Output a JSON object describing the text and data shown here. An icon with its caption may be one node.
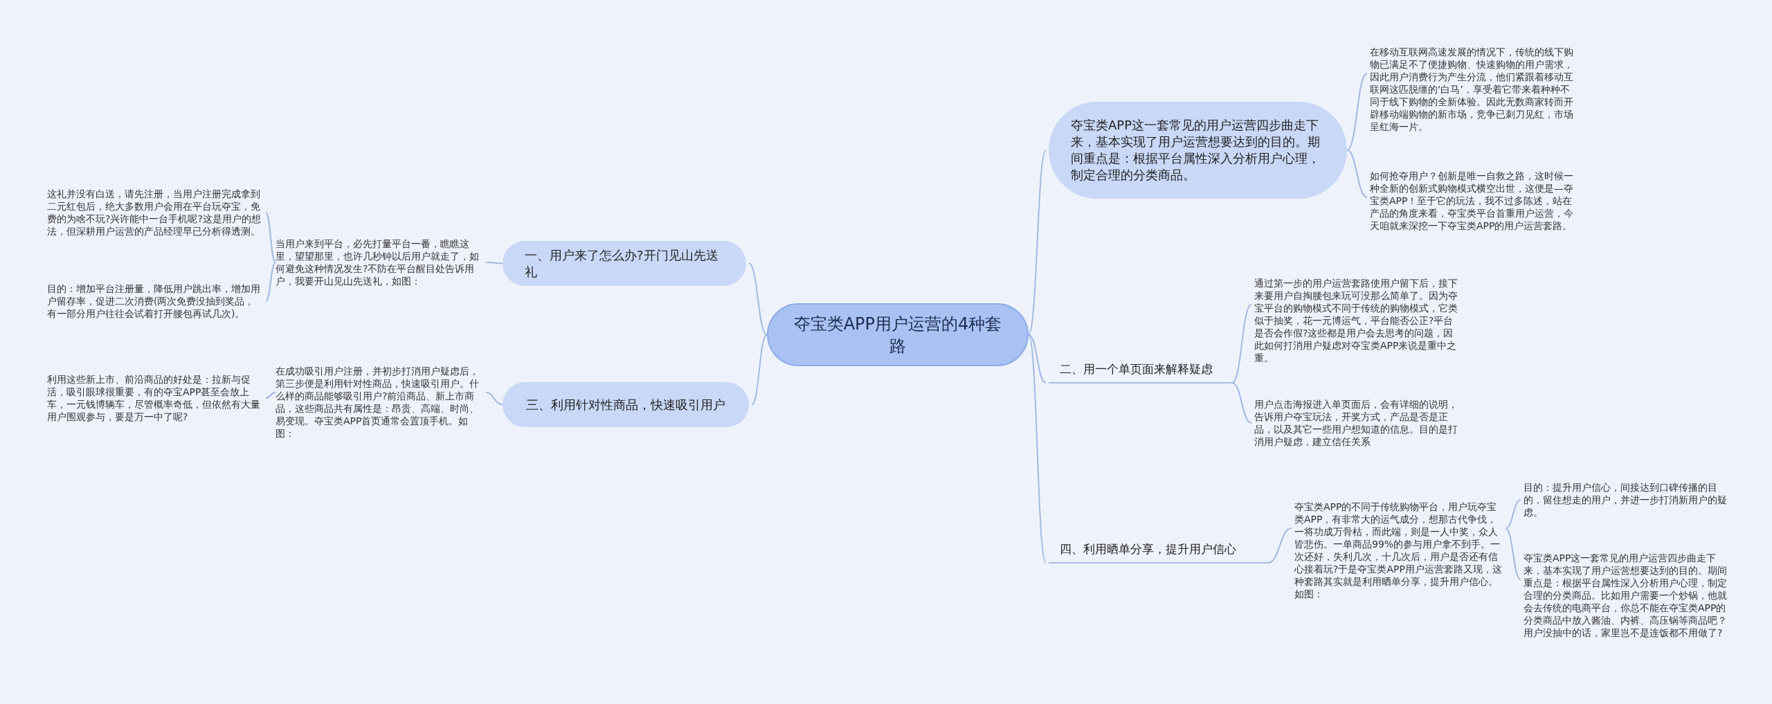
{
  "diagram": {
    "nodes": [
      {
        "text": [
          "夺宝类APP用户运营的4种套路"
        ]
      },
      {
        "text": [
          "夺宝类APP这一套常见的用户运营四步曲走下来，基本实现了用户运营想要达到的目的。期间重点是：根据平台属性深入分析用户心理，制定合理的分类商品。"
        ]
      },
      {
        "text": [
          "在移动互联网高速发展的情况下，传统的线下购物已满足不了便捷购物、快速购物的用户需求，因此用户消费行为产生分流，他们紧跟着移动互联网这匹脱缰的‘白马’，享受着它带来着种种不同于线下购物的全新体验。因此无数商家转而开辟移动端购物的新市场，竞争已刺刀见红，市场呈红海一片。"
        ]
      },
      {
        "text": [
          "如何抢夺用户？创新是唯一自救之路，这时候一种全新的创新式购物模式横空出世，这便是—夺宝类APP！至于它的玩法，我不过多陈述，站在产品的角度来看，夺宝类平台首重用户运营，今天咱就来深挖一下夺宝类APP的用户运营套路。"
        ]
      },
      {
        "text": [
          "一、用户来了怎么办?开门见山先送礼"
        ]
      },
      {
        "text": [
          "当用户来到平台，必先打量平台一番，瞧瞧这里，望望那里，也许几秒钟以后用户就走了，如何避免这种情况发生?不防在平台醒目处告诉用户，我要开山见山先送礼，如图："
        ]
      },
      {
        "text": [
          "这礼并没有白送，请先注册，当用户注册完成拿到二元红包后，绝大多数用户会用在平台玩夺宝，免费的为啥不玩?兴许能中一台手机呢?这是用户的想法，但深耕用户运营的产品经理早已分析得透测。"
        ]
      },
      {
        "text": [
          "目的：增加平台注册量，降低用户跳出率，增加用户留存率，促进二次消费(两次免费没抽到奖品，有一部分用户往往会试着打开腰包再试几次)。"
        ]
      },
      {
        "text": [
          "二、用一个单页面来解释疑虑"
        ]
      },
      {
        "text": [
          "通过第一步的用户运营套路使用户留下后，接下来要用户自掏腰包来玩可没那么简单了。因为夺宝平台的购物模式不同于传统的购物模式，它类似于抽奖，花一元博运气，平台能否公正?平台是否会作假?这些都是用户会去思考的问题，因此如何打消用户疑虑对夺宝类APP来说是重中之重。"
        ]
      },
      {
        "text": [
          "用户点击海报进入单页面后，会有详细的说明，告诉用户夺宝玩法，开奖方式，产品是否是正品，以及其它一些用户想知道的信息。目的是打消用户疑虑，建立信任关系"
        ]
      },
      {
        "text": [
          "三、利用针对性商品，快速吸引用户"
        ]
      },
      {
        "text": [
          "在成功吸引用户注册，并初步打消用户疑虑后，第三步便是利用针对性商品，快速吸引用户。什么样的商品能够吸引用户?前沿商品、新上市商品，这些商品共有属性是：昂贵、高端、时尚、易变现。夺宝类APP首页通常会置顶手机。如图："
        ]
      },
      {
        "text": [
          "利用这些新上市、前沿商品的好处是：拉新与促活，吸引眼球很重要，有的夺宝APP甚至会放上车，一元钱博辆车，尽管概率奇低，但依然有大量用户围观参与，要是万一中了呢?"
        ]
      },
      {
        "text": [
          "四、利用晒单分享，提升用户信心"
        ]
      },
      {
        "text": [
          "夺宝类APP的不同于传统购物平台，用户玩夺宝类APP，有非常大的运气成分，想那古代争伐，一将功成万骨枯，而此端，则是一人中奖，众人皆悲伤。一单商品99%的参与用户拿不到手。一次还好，失利几次，十几次后，用户是否还有信心接着玩?于是夺宝类APP用户运营套路又现，这种套路其实就是利用晒单分享，提升用户信心。如图："
        ]
      },
      {
        "text": [
          "目的：提升用户信心，间接达到口碑传播的目的，留住想走的用户，并进一步打消新用户的疑虑。"
        ]
      },
      {
        "text": [
          "夺宝类APP这一套常见的用户运营四步曲走下来，基本实现了用户运营想要达到的目的。期间重点是：根据平台属性深入分析用户心理，制定合理的分类商品。比如用户需要一个炒锅，他就会去传统的电商平台，你总不能在夺宝类APP的分类商品中放入酱油、内裤、高压锅等商品吧？用户没抽中的话，家里岂不是连饭都不用做了?"
        ]
      }
    ],
    "edges": [
      {
        "from": 0,
        "to": 1,
        "arrow": "none"
      },
      {
        "from": 1,
        "to": 2,
        "arrow": "none"
      },
      {
        "from": 1,
        "to": 3,
        "arrow": "none"
      },
      {
        "from": 0,
        "to": 4,
        "arrow": "none"
      },
      {
        "from": 4,
        "to": 5,
        "arrow": "none"
      },
      {
        "from": 5,
        "to": 6,
        "arrow": "none"
      },
      {
        "from": 5,
        "to": 7,
        "arrow": "none"
      },
      {
        "from": 0,
        "to": 8,
        "arrow": "none"
      },
      {
        "from": 8,
        "to": 9,
        "arrow": "none"
      },
      {
        "from": 8,
        "to": 10,
        "arrow": "none"
      },
      {
        "from": 0,
        "to": 11,
        "arrow": "none"
      },
      {
        "from": 11,
        "to": 12,
        "arrow": "none"
      },
      {
        "from": 12,
        "to": 13,
        "arrow": "none"
      },
      {
        "from": 0,
        "to": 14,
        "arrow": "none"
      },
      {
        "from": 14,
        "to": 15,
        "arrow": "none"
      },
      {
        "from": 15,
        "to": 16,
        "arrow": "none"
      },
      {
        "from": 15,
        "to": 17,
        "arrow": "none"
      }
    ]
  }
}
